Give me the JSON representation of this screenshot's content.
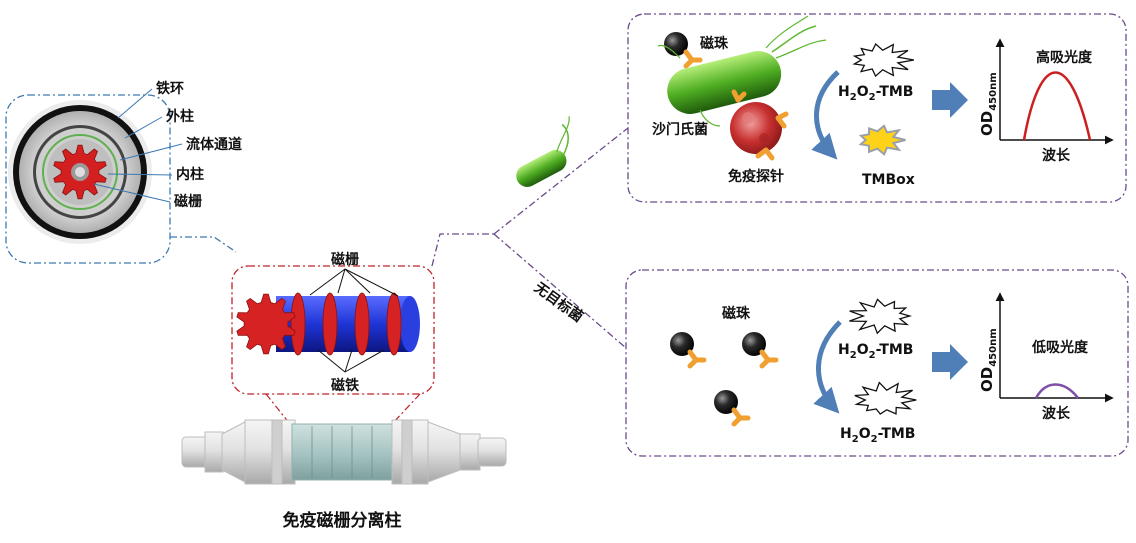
{
  "colors": {
    "blue_frame": "#3d79b4",
    "red_frame": "#c0202a",
    "purple_frame": "#6b4a8c",
    "arrow_blue": "#4f7fb6",
    "curve_red": "#cc1f1f",
    "curve_purple": "#8050a8",
    "antibody_orange": "#f0a030",
    "bacterium_green": "#5db82e",
    "gate_blue": "#1f34d6",
    "gate_red": "#d62222"
  },
  "cross_section": {
    "labels": {
      "iron_ring": "铁环",
      "outer_column": "外柱",
      "fluid_channel": "流体通道",
      "inner_column": "内柱",
      "magnetic_grid": "磁栅"
    }
  },
  "grid_closeup": {
    "top_label": "磁栅",
    "bottom_label": "磁铁"
  },
  "device": {
    "caption": "免疫磁栅分离柱"
  },
  "no_target_label": "无目标菌",
  "top_panel": {
    "bead_label": "磁珠",
    "bacteria_label": "沙门氏菌",
    "probe_label": "免疫探针",
    "reagent": {
      "h": "H",
      "two": "2",
      "o": "O",
      "rest": "-TMB"
    },
    "product_label": "TMBox",
    "graph": {
      "y_main": "OD",
      "y_sub": "450nm",
      "x_label": "波长",
      "title": "高吸光度"
    }
  },
  "bottom_panel": {
    "bead_label": "磁珠",
    "reagent_top": {
      "h": "H",
      "two": "2",
      "o": "O",
      "rest": "-TMB"
    },
    "reagent_bottom": {
      "h": "H",
      "two": "2",
      "o": "O",
      "rest": "-TMB"
    },
    "graph": {
      "y_main": "OD",
      "y_sub": "450nm",
      "x_label": "波长",
      "title": "低吸光度"
    }
  }
}
